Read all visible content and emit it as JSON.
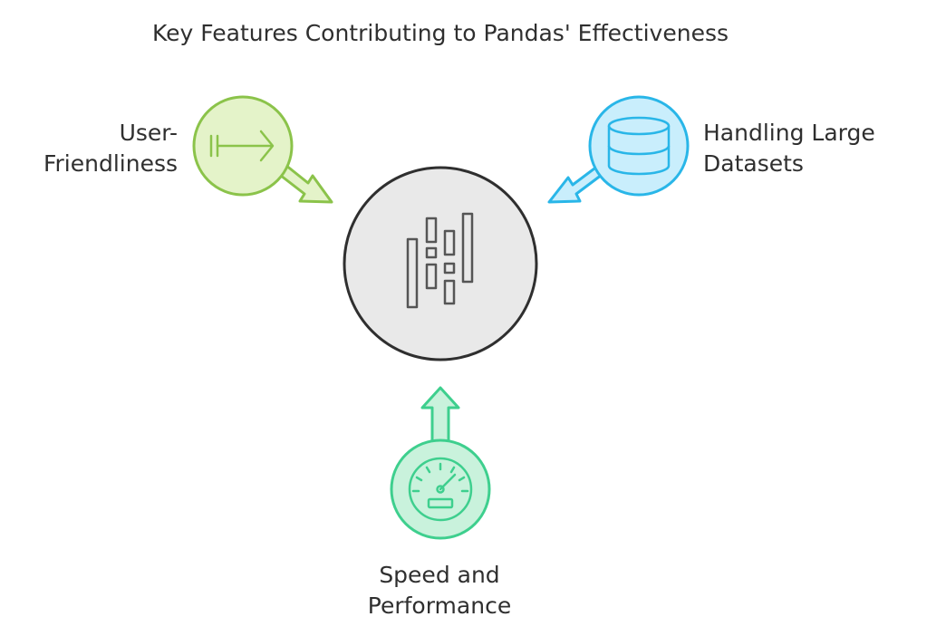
{
  "title": "Key Features Contributing to Pandas' Effectiveness",
  "center": {
    "icon": "bar-chart-icon"
  },
  "features": [
    {
      "id": "user-friendliness",
      "label_lines": [
        "User-",
        "Friendliness"
      ],
      "icon": "arrow-right-to-bar-icon",
      "color": "#8bc34a",
      "fill": "#e4f3c9"
    },
    {
      "id": "handling-large-datasets",
      "label_lines": [
        "Handling Large",
        "Datasets"
      ],
      "icon": "database-icon",
      "color": "#29b6e8",
      "fill": "#c9eefc"
    },
    {
      "id": "speed-and-performance",
      "label_lines": [
        "Speed and",
        "Performance"
      ],
      "icon": "speedometer-icon",
      "color": "#3ecf8e",
      "fill": "#c9f2dc"
    }
  ]
}
